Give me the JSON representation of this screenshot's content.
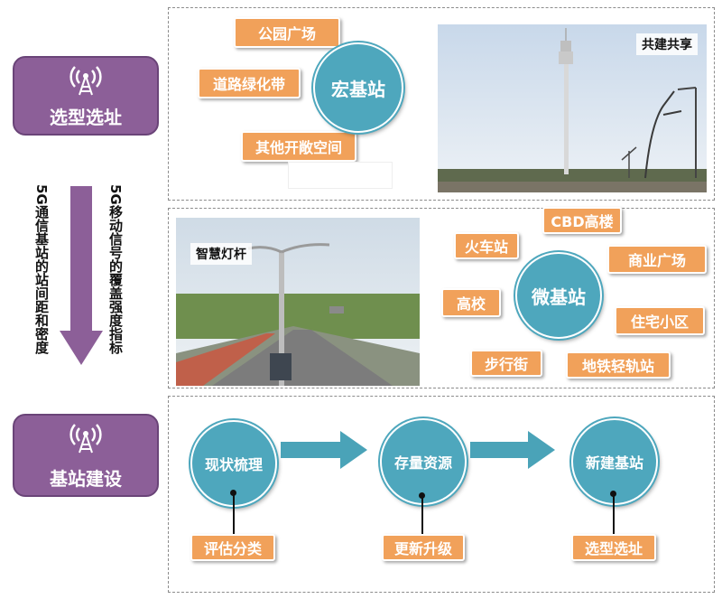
{
  "left": {
    "top_box_label": "选型选址",
    "bottom_box_label": "基站建设",
    "icon": "antenna-tower-icon",
    "arrow_left_text": "5G通信基站的站间距和密度",
    "arrow_right_text": "5G移动信号的覆盖强度指标"
  },
  "panel1": {
    "center": "宏基站",
    "tags": [
      "公园广场",
      "道路绿化带",
      "其他开敞空间"
    ],
    "photo_label": "共建共享"
  },
  "panel2": {
    "photo_label": "智慧灯杆",
    "center": "微基站",
    "tags": [
      "CBD高楼",
      "火车站",
      "商业广场",
      "高校",
      "住宅小区",
      "步行街",
      "地铁轻轨站"
    ]
  },
  "panel3": {
    "steps": [
      "现状梳理",
      "存量资源",
      "新建基站"
    ],
    "subs": [
      "评估分类",
      "更新升级",
      "选型选址"
    ]
  },
  "colors": {
    "purple": "#8c5f98",
    "teal": "#4ea7bd",
    "orange": "#f1a15a",
    "arrow_teal": "#4aa3b8"
  }
}
